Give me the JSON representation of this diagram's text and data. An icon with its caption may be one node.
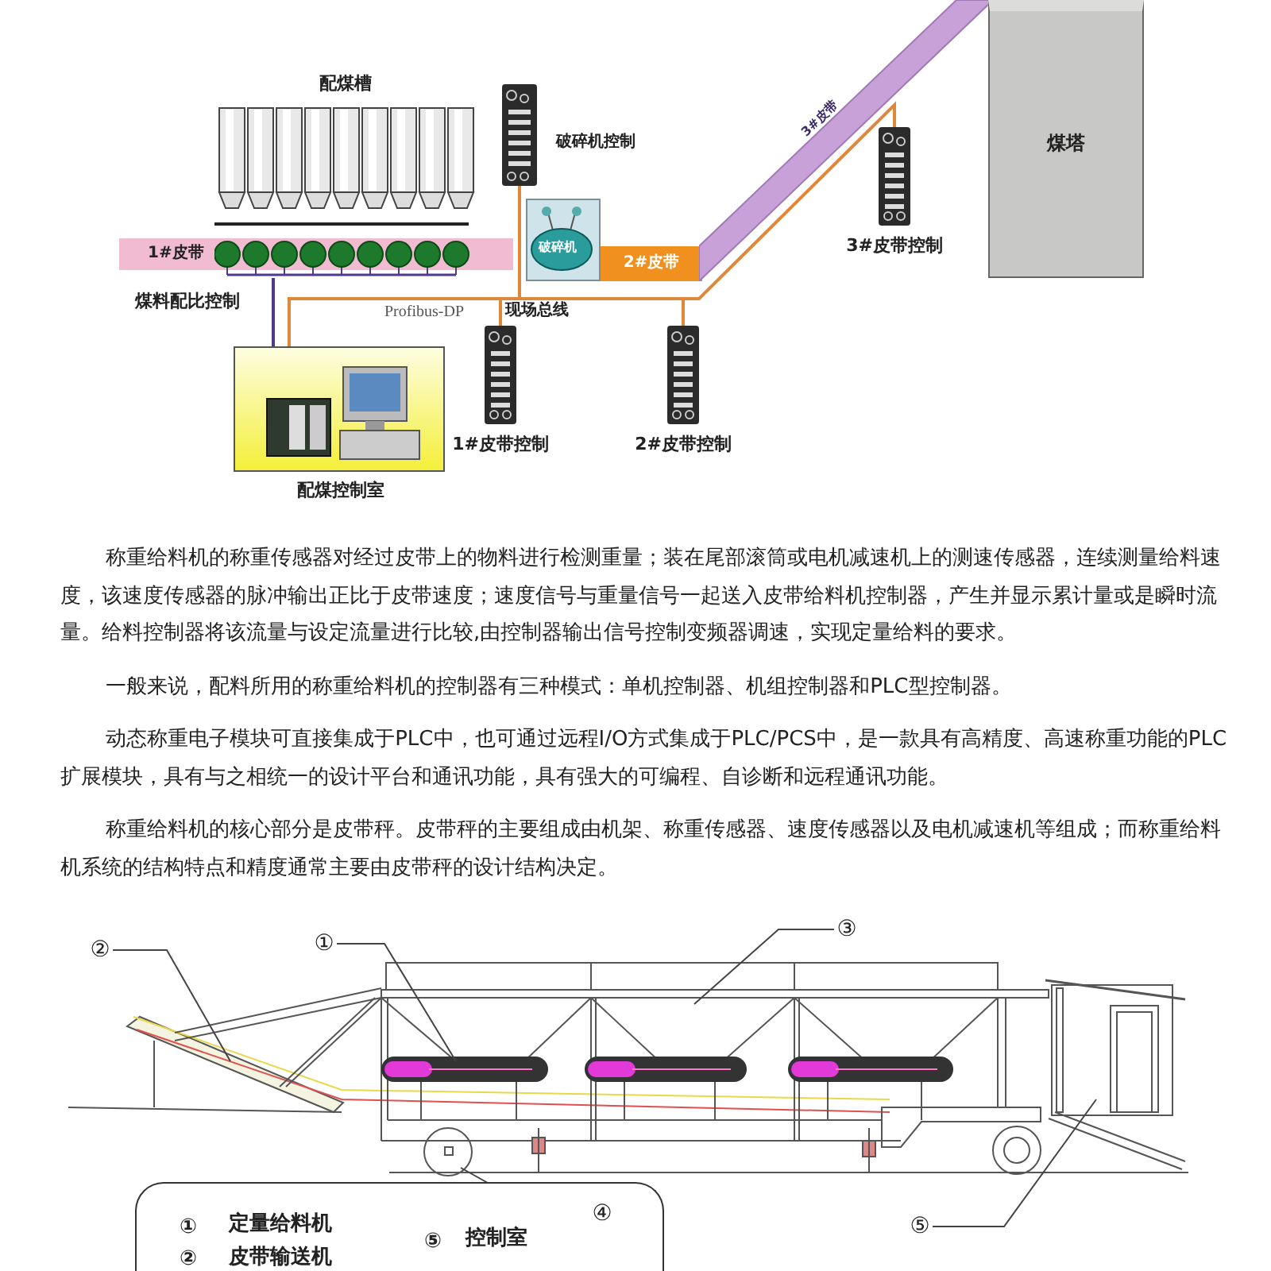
{
  "diagram": {
    "nodes": [
      {
        "text": [
          "配煤槽"
        ]
      },
      {
        "text": [
          "1#皮带"
        ],
        "beside": [
          "煤料配比控制"
        ]
      },
      {
        "text": [
          "破碎机"
        ]
      },
      {
        "text": [
          "2#皮带"
        ]
      },
      {
        "text": [
          "3#皮带"
        ]
      },
      {
        "text": [
          "煤塔"
        ]
      },
      {
        "text": [
          "配煤控制室"
        ]
      },
      {
        "text": [
          "破碎机控制"
        ]
      },
      {
        "text": [
          "1#皮带控制"
        ]
      },
      {
        "text": [
          "2#皮带控制"
        ]
      },
      {
        "text": [
          "3#皮带控制"
        ]
      },
      {
        "text": [
          "①"
        ]
      },
      {
        "text": [
          "②"
        ]
      },
      {
        "text": [
          "③"
        ]
      },
      {
        "text": [
          "①",
          "定量给料机",
          "⑤",
          "控制室",
          "②",
          "皮带输送机"
        ]
      },
      {
        "text": [
          "④"
        ],
        "in": 14
      },
      {
        "text": [
          "⑤"
        ]
      }
    ],
    "edges": [
      {
        "from": 0,
        "to": 6,
        "arrow": "none",
        "color": "#4b3a8f"
      },
      {
        "from": 7,
        "to": 6,
        "arrow": "none",
        "color": "#e0883a"
      },
      {
        "from": 8,
        "to": 6,
        "arrow": "none",
        "color": "#e0883a"
      },
      {
        "from": 9,
        "to": 6,
        "arrow": "none",
        "color": "#e0883a"
      },
      {
        "from": 10,
        "to": 6,
        "arrow": "none",
        "color": "#e0883a"
      },
      {
        "from": 11,
        "to": null,
        "arrow": "none"
      },
      {
        "from": 12,
        "to": null,
        "arrow": "none"
      },
      {
        "from": 13,
        "to": null,
        "arrow": "none"
      },
      {
        "from": 15,
        "to": null,
        "arrow": "none"
      },
      {
        "from": 16,
        "to": null,
        "arrow": "none"
      }
    ],
    "labels": [
      "Profibus-DP",
      "现场总线",
      "称重给料机的称重传感器对经过皮带上的物料进行检测重量；装在尾部滚筒或电机减速机上的测速传感器，连续测量给料速度，该速度传感器的脉冲输出正比于皮带速度；速度信号与重量信号一起送入皮带给料机控制器，产生并显示累计量或是瞬时流量。给料控制器将该流量与设定流量进行比较,由控制器输出信号控制变频器调速，实现定量给料的要求。",
      "一般来说，配料所用的称重给料机的控制器有三种模式：单机控制器、机组控制器和PLC型控制器。",
      "动态称重电子模块可直接集成于PLC中，也可通过远程I/O方式集成于PLC/PCS中，是一款具有高精度、高速称重功能的PLC扩展模块，具有与之相统一的设计平台和通讯功能，具有强大的可编程、自诊断和远程通讯功能。",
      "称重给料机的核心部分是皮带秤。皮带秤的主要组成由机架、称重传感器、速度传感器以及电机减速机等组成；而称重给料机系统的结构特点和精度通常主要由皮带秤的设计结构决定。"
    ]
  }
}
